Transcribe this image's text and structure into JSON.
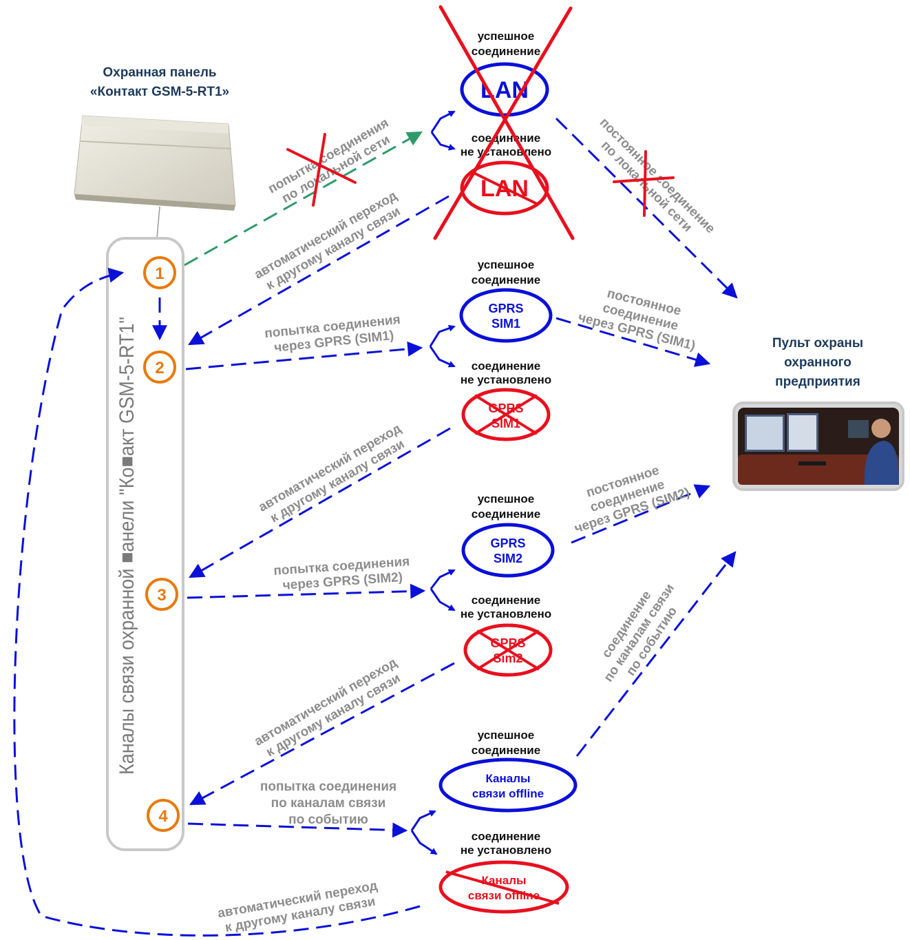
{
  "panel": {
    "title_line1": "Охранная панель",
    "title_line2": "«Контакт GSM-5-RT1»",
    "channels_label": "Каналы связи охранной ■анели \"Ко■акт GSM-5-RT1\""
  },
  "steps": [
    "1",
    "2",
    "3",
    "4"
  ],
  "monitoring": {
    "title_line1": "Пульт охраны",
    "title_line2": "охранного",
    "title_line3": "предприятия"
  },
  "status": {
    "success_line1": "успешное",
    "success_line2": "соединение",
    "fail_line1": "соединение",
    "fail_line2": "не установлено"
  },
  "channels": {
    "lan": "LAN",
    "gprs_sim1_line1": "GPRS",
    "gprs_sim1_line2": "SIM1",
    "gprs_sim2_line1": "GPRS",
    "gprs_sim2_line2": "SIM2",
    "gprs_sim2_fail_line2": "Sim2",
    "offline_line1": "Каналы",
    "offline_line2": "связи offline"
  },
  "arrows": {
    "lan_attempt_line1": "попытка соединения",
    "lan_attempt_line2": "по локальной сети",
    "auto_switch_line1": "автоматический переход",
    "auto_switch_line2": "к другому каналу связи",
    "sim1_attempt_line1": "попытка соединения",
    "sim1_attempt_line2": "через GPRS (SIM1)",
    "sim2_attempt_line1": "попытка соединения",
    "sim2_attempt_line2": "через GPRS (SIM2)",
    "event_attempt_line1": "попытка соединения",
    "event_attempt_line2": "по каналам связи",
    "event_attempt_line3": "по событию",
    "lan_permanent_line1": "постоянное соединение",
    "lan_permanent_line2": "по локальной сети",
    "sim1_permanent_line1": "постоянное",
    "sim1_permanent_line2": "соединение",
    "sim1_permanent_line3": "через GPRS (SIM1)",
    "sim2_permanent_line1": "постоянное",
    "sim2_permanent_line2": "соединение",
    "sim2_permanent_line3": "через GPRS (SIM2)",
    "event_channel_line1": "соединение",
    "event_channel_line2": "по каналам связи",
    "event_channel_line3": "по событию"
  },
  "colors": {
    "blue": "#0a10d8",
    "red": "#e8101e",
    "green": "#2e9a6a",
    "orange": "#e87a0a",
    "gray_text": "#8c8c8c",
    "title": "#1c3a5c"
  }
}
